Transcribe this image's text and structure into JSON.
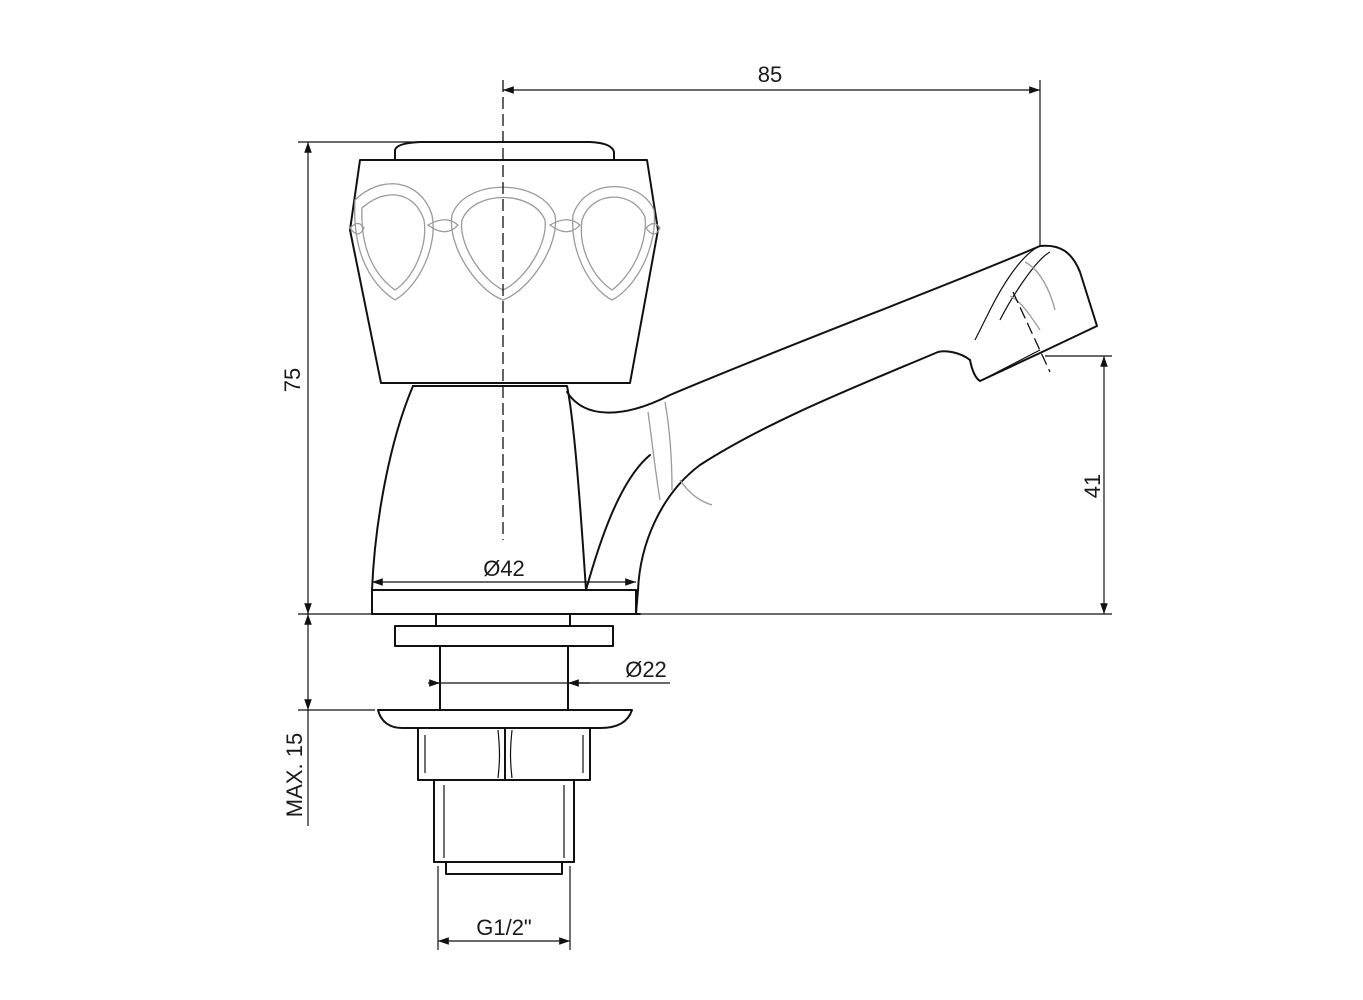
{
  "dimensions": {
    "reach": "85",
    "total_height": "75",
    "spout_height": "41",
    "base_diameter": "Ø42",
    "shank_diameter": "Ø22",
    "max_thickness": "MAX. 15",
    "thread": "G1/2\""
  },
  "colors": {
    "line": "#111111",
    "pattern": "#9a9a9a",
    "background": "#ffffff"
  }
}
